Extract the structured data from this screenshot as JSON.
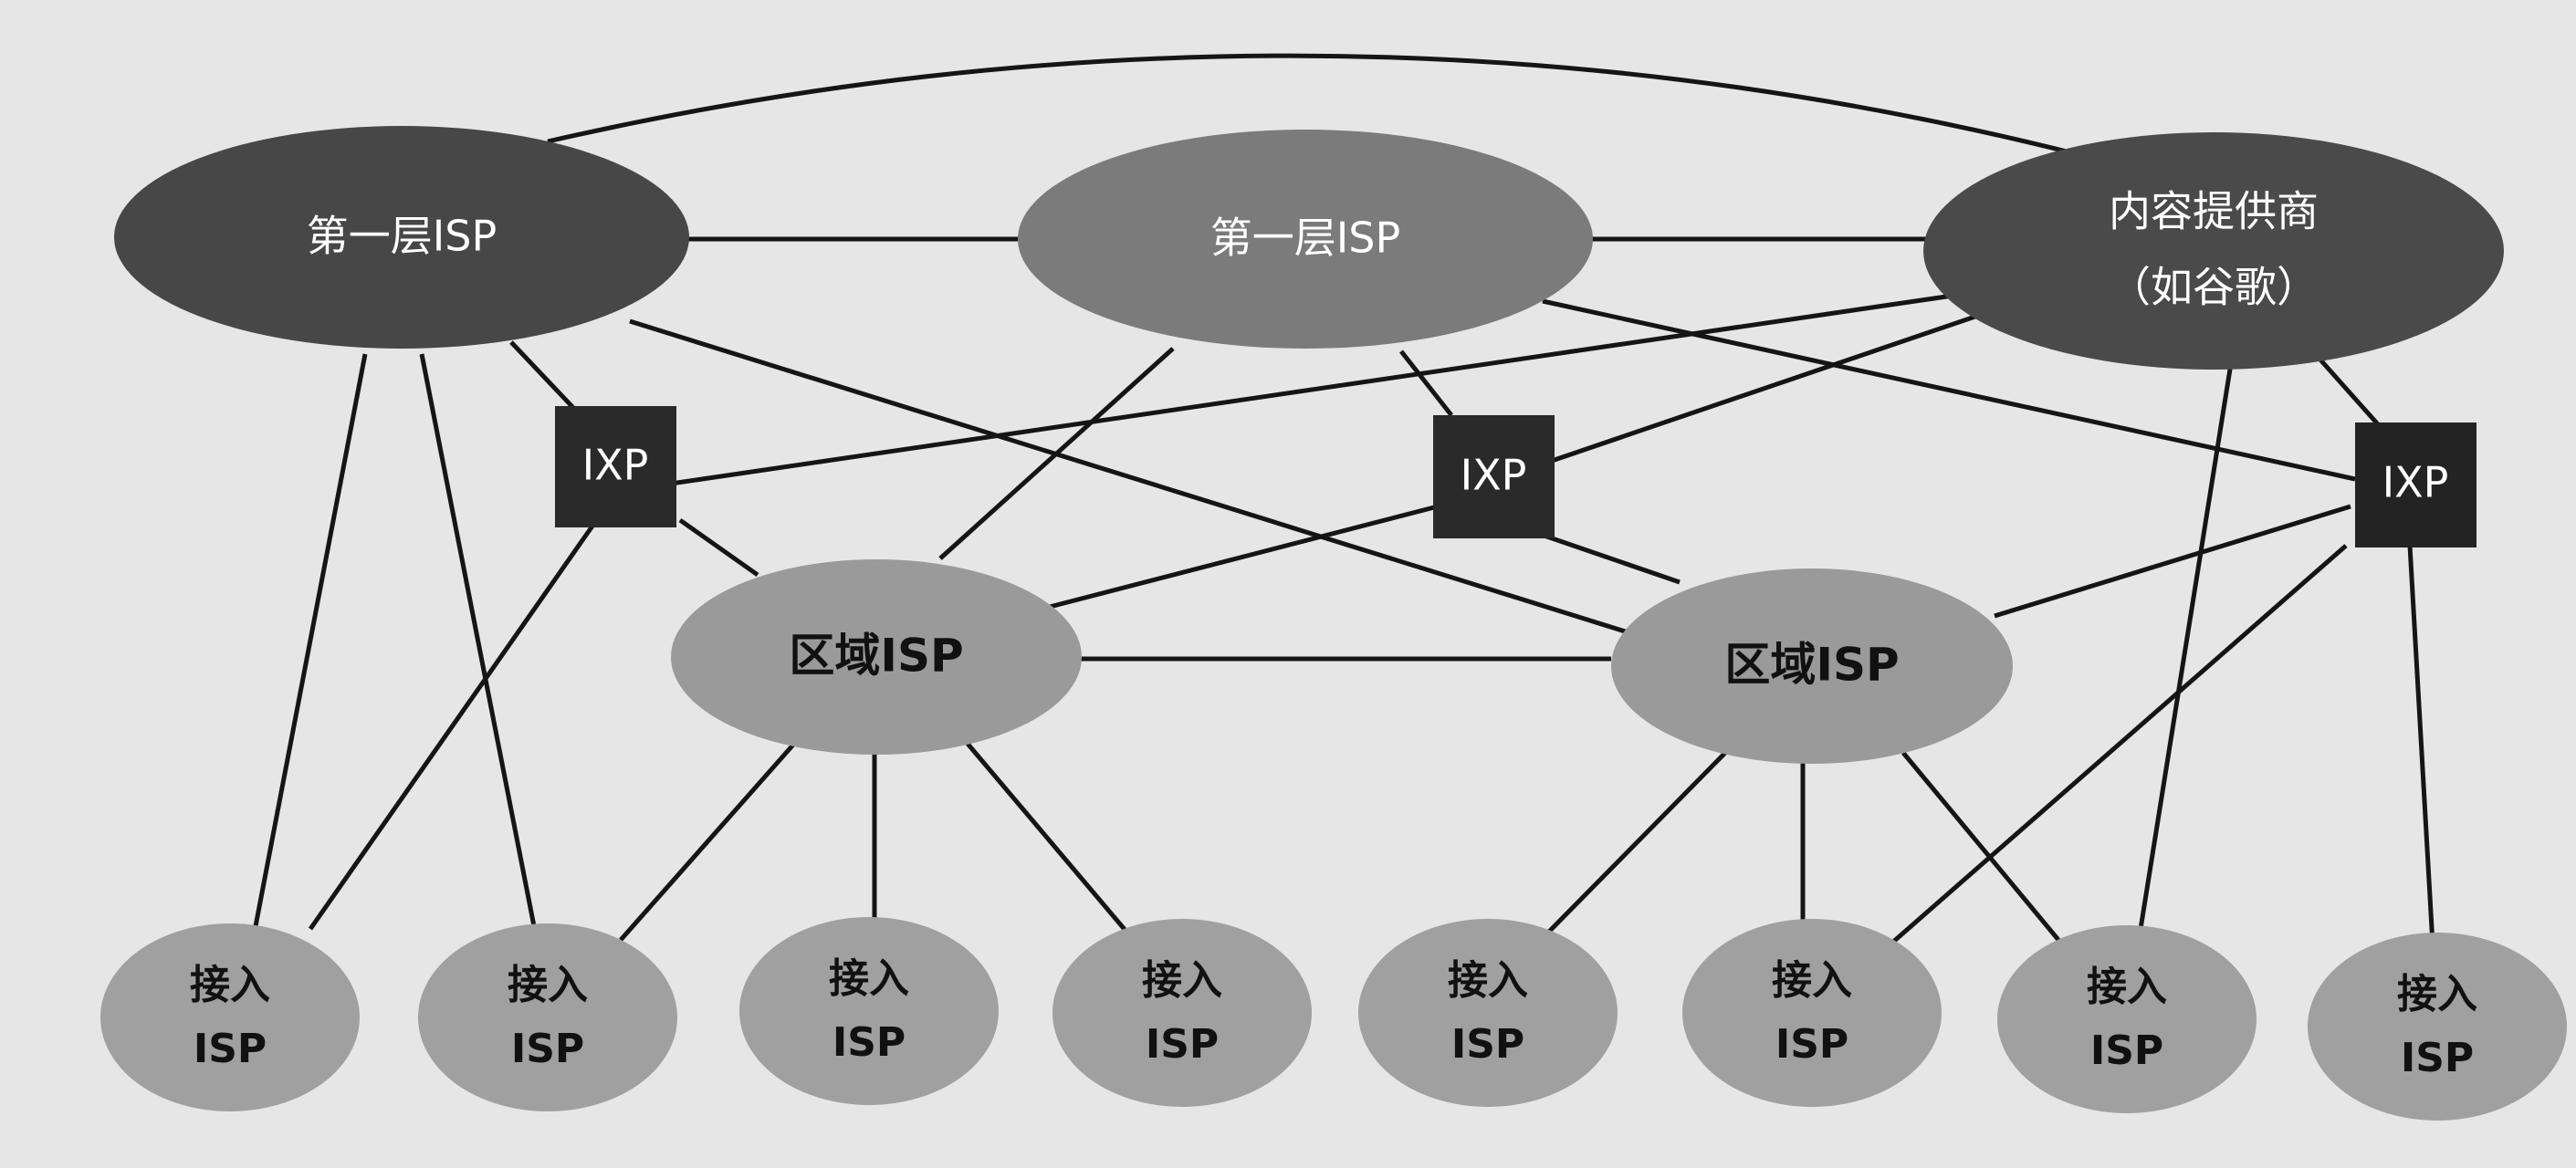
{
  "nodes": {
    "tier1_left": {
      "label": "第一层ISP",
      "color": "#474747"
    },
    "tier1_mid": {
      "label": "第一层ISP",
      "color": "#7b7b7b"
    },
    "content_provider": {
      "line1": "内容提供商",
      "line2": "（如谷歌）",
      "color": "#4a4a4a"
    },
    "ixp_1": {
      "label": "IXP",
      "color": "#2a2a2a"
    },
    "ixp_2": {
      "label": "IXP",
      "color": "#2a2a2a"
    },
    "ixp_3": {
      "label": "IXP",
      "color": "#232323"
    },
    "region_1": {
      "label": "区域ISP",
      "color": "#9a9a9a"
    },
    "region_2": {
      "label": "区域ISP",
      "color": "#9a9a9a"
    },
    "access": [
      {
        "line1": "接入",
        "line2": "ISP"
      },
      {
        "line1": "接入",
        "line2": "ISP"
      },
      {
        "line1": "接入",
        "line2": "ISP"
      },
      {
        "line1": "接入",
        "line2": "ISP"
      },
      {
        "line1": "接入",
        "line2": "ISP"
      },
      {
        "line1": "接入",
        "line2": "ISP"
      },
      {
        "line1": "接入",
        "line2": "ISP"
      },
      {
        "line1": "接入",
        "line2": "ISP"
      }
    ],
    "access_color": "#a0a0a0"
  }
}
